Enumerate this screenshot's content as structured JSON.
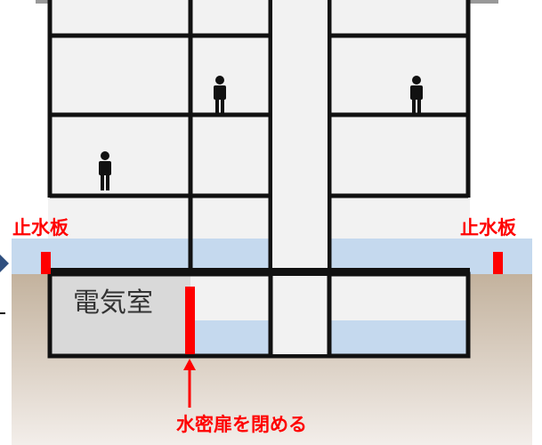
{
  "labels": {
    "flood_barrier_left": "止水板",
    "flood_barrier_right": "止水板",
    "electrical_room": "電気室",
    "close_watertight_door": "水密扉を閉める"
  },
  "colors": {
    "accent_red": "#ff0000",
    "water_blue": "#c5d9ee",
    "ground": "#c8b7a3",
    "structure": "#111111",
    "room_fill": "#d9d9d9",
    "building_fill": "#f2f2f2",
    "arrow_marker": "#2f4f7f"
  },
  "icons": [
    "person-icon",
    "person-icon",
    "person-icon",
    "arrow-right-icon"
  ]
}
